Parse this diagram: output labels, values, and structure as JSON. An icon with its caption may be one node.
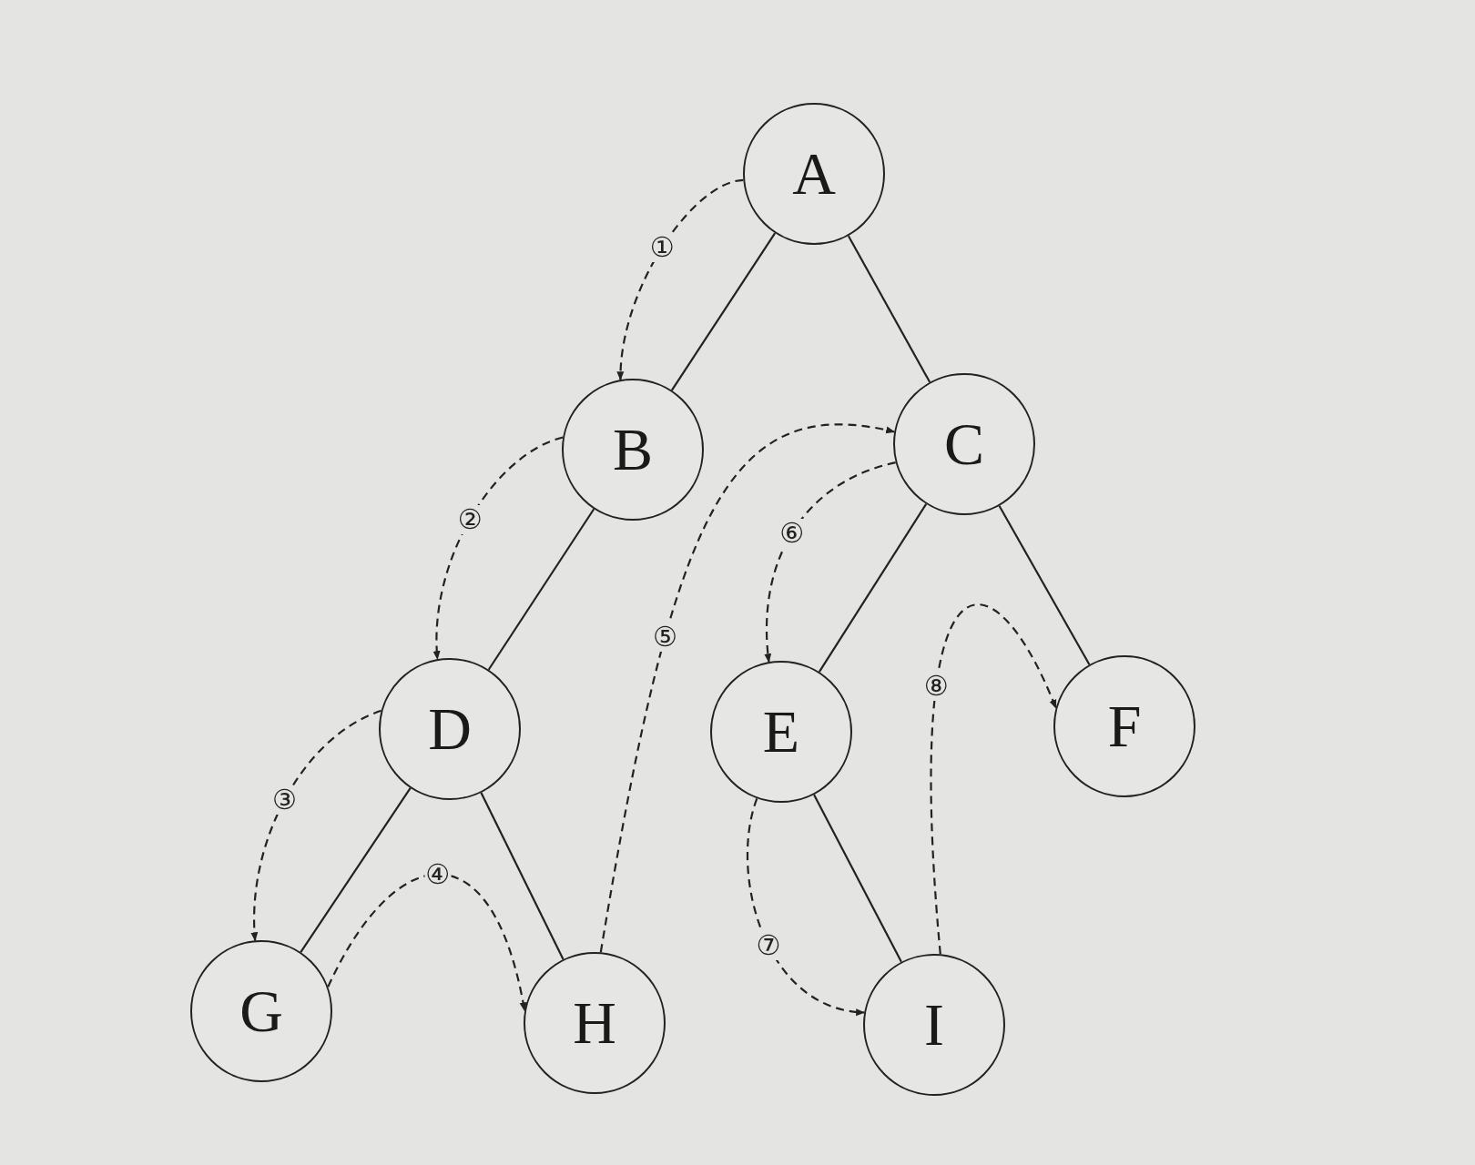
{
  "diagram": {
    "nodes": [
      {
        "text": [
          "A"
        ]
      },
      {
        "text": [
          "B"
        ]
      },
      {
        "text": [
          "C"
        ]
      },
      {
        "text": [
          "D"
        ]
      },
      {
        "text": [
          "E"
        ]
      },
      {
        "text": [
          "F"
        ]
      },
      {
        "text": [
          "G"
        ]
      },
      {
        "text": [
          "H"
        ]
      },
      {
        "text": [
          "I"
        ]
      }
    ],
    "edges": [
      {
        "from": 0,
        "to": 1,
        "arrow": "none"
      },
      {
        "from": 0,
        "to": 2,
        "arrow": "none"
      },
      {
        "from": 1,
        "to": 3,
        "arrow": "none"
      },
      {
        "from": 2,
        "to": 4,
        "arrow": "none"
      },
      {
        "from": 2,
        "to": 5,
        "arrow": "none"
      },
      {
        "from": 3,
        "to": 6,
        "arrow": "none"
      },
      {
        "from": 3,
        "to": 7,
        "arrow": "none"
      },
      {
        "from": 4,
        "to": 8,
        "arrow": "none"
      },
      {
        "from": 0,
        "to": 1,
        "arrow": "to",
        "style": "dashed",
        "label": "①"
      },
      {
        "from": 1,
        "to": 3,
        "arrow": "to",
        "style": "dashed",
        "label": "②"
      },
      {
        "from": 3,
        "to": 6,
        "arrow": "to",
        "style": "dashed",
        "label": "③"
      },
      {
        "from": 6,
        "to": 7,
        "arrow": "to",
        "style": "dashed",
        "label": "④"
      },
      {
        "from": 7,
        "to": 2,
        "arrow": "to",
        "style": "dashed",
        "label": "⑤"
      },
      {
        "from": 2,
        "to": 4,
        "arrow": "to",
        "style": "dashed",
        "label": "⑥"
      },
      {
        "from": 4,
        "to": 8,
        "arrow": "to",
        "style": "dashed",
        "label": "⑦"
      },
      {
        "from": 8,
        "to": 5,
        "arrow": "to",
        "style": "dashed",
        "label": "⑧"
      }
    ]
  }
}
